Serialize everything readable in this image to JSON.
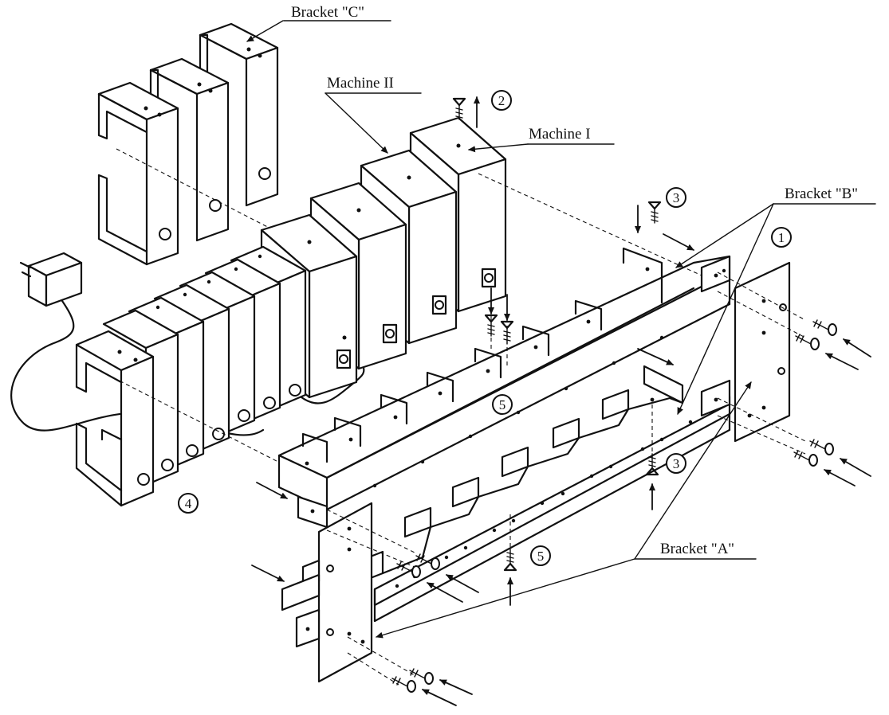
{
  "labels": {
    "bracket_c": "Bracket \"C\"",
    "machine_ii": "Machine II",
    "machine_i": "Machine I",
    "bracket_b": "Bracket \"B\"",
    "bracket_a": "Bracket \"A\""
  },
  "steps": {
    "s1": "1",
    "s2": "2",
    "s3a": "3",
    "s3b": "3",
    "s4": "4",
    "s5a": "5",
    "s5b": "5"
  },
  "colors": {
    "line": "#111111",
    "paper": "#ffffff"
  }
}
